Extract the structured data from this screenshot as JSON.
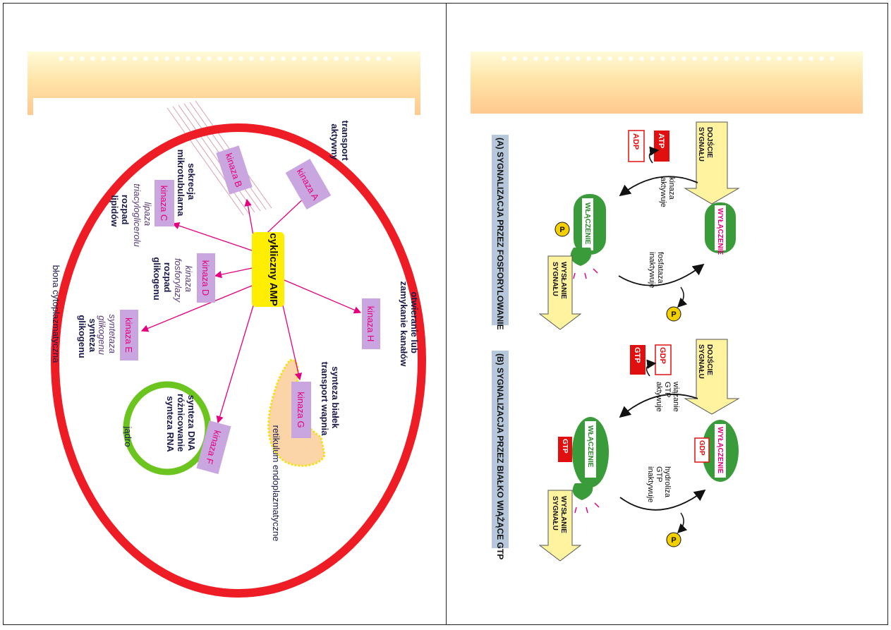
{
  "left_diagram": {
    "center": "cykliczny AMP",
    "membrane_label": "błona cytoplazmatyczna",
    "nucleus_label": "jądro",
    "er_label": "retikulum endoplazmatyczne",
    "kinases": {
      "A": "kinaza A",
      "B": "kinaza B",
      "C": "kinaza C",
      "D": "kinaza D",
      "E": "kinaza E",
      "F": "kinaza F",
      "G": "kinaza G",
      "H": "kinaza H"
    },
    "effects": {
      "transport": [
        "transport",
        "aktywny"
      ],
      "secretion": [
        "sekrecja",
        "mikrotubularna"
      ],
      "lipid_enzyme": [
        "lipaza",
        "triacyloglicerolu"
      ],
      "lipid_effect": [
        "rozpad",
        "lipidów"
      ],
      "glycogen_enzyme": [
        "kinaza",
        "fosforylazy"
      ],
      "glycogen_effect": [
        "rozpad",
        "glikogenu"
      ],
      "synth_enzyme": [
        "syntetaza",
        "glikogenu"
      ],
      "synth_effect": [
        "synteza",
        "glikogenu"
      ],
      "dna": [
        "synteza DNA",
        "różnicowanie",
        "synteza RNA"
      ],
      "protein": [
        "synteza białek",
        "transport wapnia"
      ],
      "channels": [
        "otwieranie lub",
        "zamykanie kanałów"
      ]
    }
  },
  "right_diagram": {
    "panel_a": {
      "title": "(A)  SYGNALIZACJA PRZEZ FOSFORYLOWANIE",
      "input": [
        "DOJŚCIE",
        "SYGNAŁU"
      ],
      "output": [
        "WYSŁANIE",
        "SYGNAŁU"
      ],
      "off": "WYŁĄCZENIE",
      "on": "WŁĄCZENIE",
      "atp": "ATP",
      "adp": "ADP",
      "p": "P",
      "activate": [
        "kinaza",
        "aktywuje"
      ],
      "inactivate": [
        "fosfataza",
        "inaktywuje"
      ]
    },
    "panel_b": {
      "title": "(B)  SYGNALIZACJA PRZEZ BIAŁKO WIĄŻĄCE GTP",
      "input": [
        "DOJŚCIE",
        "SYGNAŁU"
      ],
      "output": [
        "WYSŁANIE",
        "SYGNAŁU"
      ],
      "off": "WYŁĄCZENIE",
      "on": "WŁĄCZENIE",
      "gtp": "GTP",
      "gdp": "GDP",
      "p": "P",
      "activate": [
        "wiązanie",
        "GTP",
        "aktywuje"
      ],
      "inactivate": [
        "hydroliza",
        "GTP",
        "inaktywuje"
      ]
    }
  },
  "colors": {
    "cell_membrane": "#ee1c24",
    "nucleus": "#6cc51e",
    "kinase_box": "#c9a6e0",
    "kinase_text": "#e4007f",
    "arrow": "#e4007f",
    "camp_box": "#ffee00",
    "protein_green": "#3a9b3a",
    "signal_yellow": "#fff3a0"
  }
}
